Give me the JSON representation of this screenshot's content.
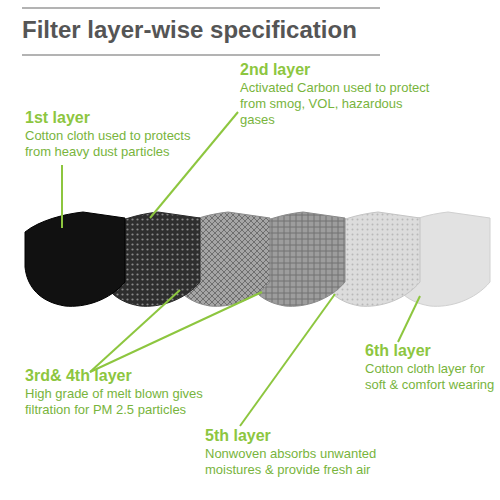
{
  "diagram": {
    "title": "Filter layer-wise specification",
    "labels": [
      "1st layer",
      "Cotton cloth used to protects from heavy dust particles",
      "2nd layer",
      "Activated Carbon used to protect from smog, VOL, hazardous gases",
      "3rd& 4th layer",
      "High grade of melt blown gives filtration for PM 2.5 particles",
      "5th layer",
      "Nonwoven absorbs unwanted moistures & provide fresh air",
      "6th layer",
      "Cotton cloth layer for soft & comfort wearing"
    ]
  }
}
